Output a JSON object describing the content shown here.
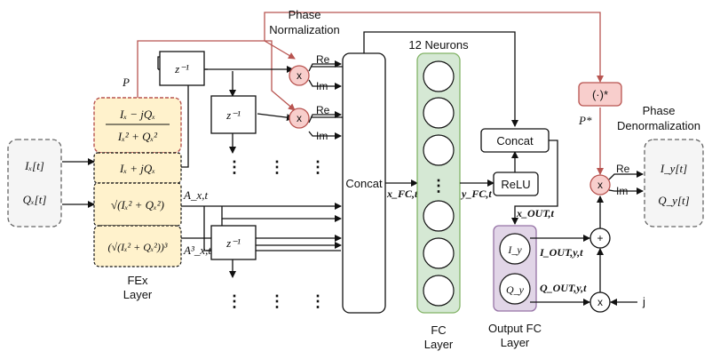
{
  "labels": {
    "phase_norm_1": "Phase",
    "phase_norm_2": "Normalization",
    "phase_denorm_1": "Phase",
    "phase_denorm_2": "Denormalization",
    "neurons": "12 Neurons",
    "fex_1": "FEx",
    "fex_2": "Layer",
    "fc_1": "FC",
    "fc_2": "Layer",
    "ofc_1": "Output FC",
    "ofc_2": "Layer",
    "P": "P",
    "P_star": "P*",
    "j": "j"
  },
  "blocks": {
    "concat_main": "Concat",
    "concat_small": "Concat",
    "relu": "ReLU",
    "conj": "(·)*",
    "delay": "z⁻¹",
    "mul": "x",
    "add": "+",
    "re": "Re",
    "im": "Im"
  },
  "inputs": {
    "i": "Iₓ[t]",
    "q": "Qₓ[t]"
  },
  "outputs": {
    "i": "I_y[t]",
    "q": "Q_y[t]"
  },
  "fex": {
    "norm_num": "Iₓ − jQₓ",
    "norm_den": "Iₓ² + Qₓ²",
    "complex": "Iₓ + jQₓ",
    "amp": "√(Iₓ² + Qₓ²)",
    "amp3": "(√(Iₓ² + Qₓ²))³"
  },
  "signals": {
    "A": "A_x,t",
    "A3": "A³_x,t",
    "x_fc": "x_FC,t",
    "y_fc": "y_FC,t",
    "x_out": "x_OUT,t",
    "I_out": "I_OUT,y,t",
    "Q_out": "Q_OUT,y,t"
  },
  "neuron_labels": {
    "iy": "I_y",
    "qy": "Q_y"
  }
}
